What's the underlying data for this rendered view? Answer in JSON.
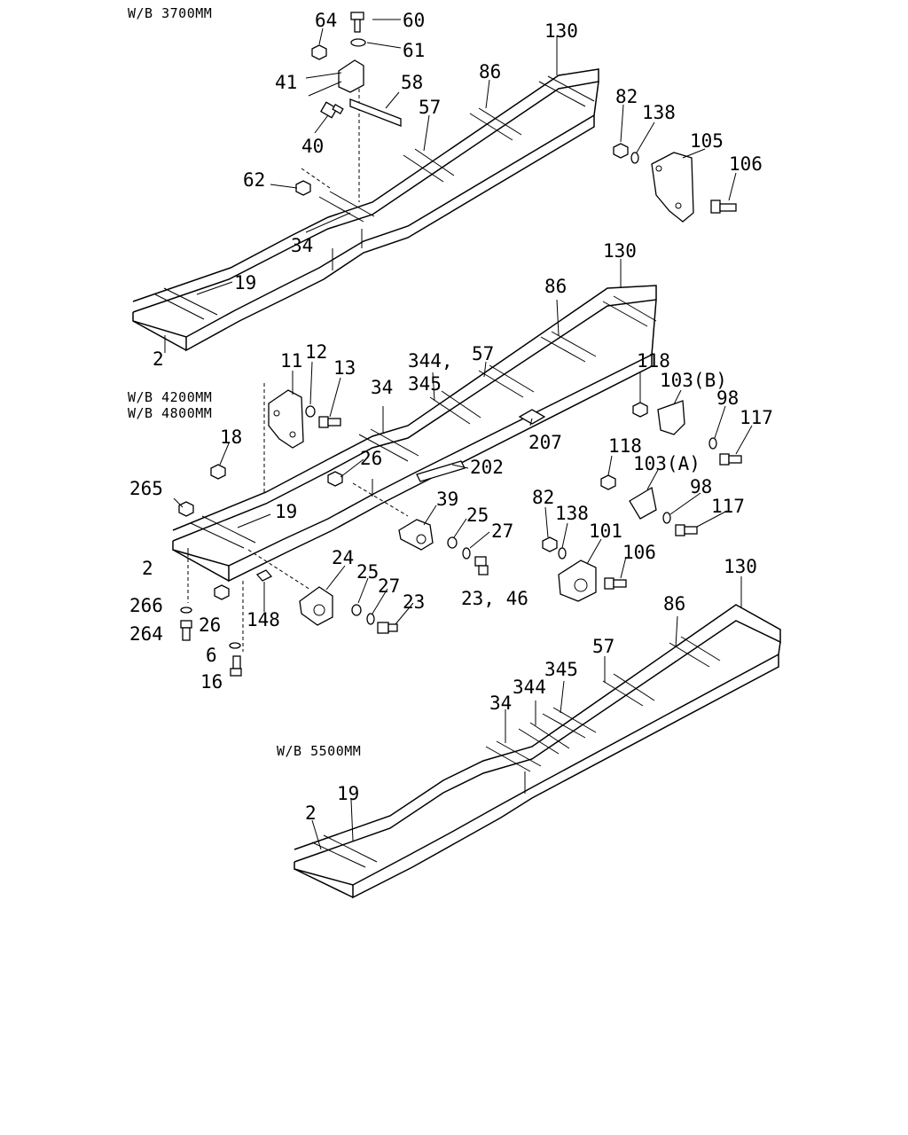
{
  "headers": {
    "wb_3700": "W/B 3700MM",
    "wb_4200": "W/B 4200MM",
    "wb_4800": "W/B 4800MM",
    "wb_5500": "W/B 5500MM"
  },
  "callouts": {
    "p64": "64",
    "p60": "60",
    "p61": "61",
    "p130a": "130",
    "p41": "41",
    "p58": "58",
    "p86a": "86",
    "p82a": "82",
    "p138a": "138",
    "p105": "105",
    "p57a": "57",
    "p106a": "106",
    "p40": "40",
    "p62": "62",
    "p34a": "34",
    "p19a": "19",
    "p2a": "2",
    "p130b": "130",
    "p86b": "86",
    "p344a": "344,",
    "p345a": "345",
    "p57b": "57",
    "p11": "11",
    "p12": "12",
    "p13": "13",
    "p34b": "34",
    "p118a": "118",
    "p103b": "103(B)",
    "p98a": "98",
    "p117a": "117",
    "p18": "18",
    "p207": "207",
    "p26a": "26",
    "p202": "202",
    "p118b": "118",
    "p103a": "103(A)",
    "p265": "265",
    "p19b": "19",
    "p39": "39",
    "p25a": "25",
    "p27a": "27",
    "p98b": "98",
    "p82b": "82",
    "p138b": "138",
    "p117b": "117",
    "p2b": "2",
    "p101": "101",
    "p24": "24",
    "p25b": "25",
    "p106b": "106",
    "p23_46": "23, 46",
    "p266": "266",
    "p26b": "26",
    "p148": "148",
    "p27b": "27",
    "p23": "23",
    "p264": "264",
    "p6": "6",
    "p16": "16",
    "p130c": "130",
    "p86c": "86",
    "p57c": "57",
    "p345b": "345",
    "p344b": "344",
    "p34c": "34",
    "p19c": "19",
    "p2c": "2"
  }
}
